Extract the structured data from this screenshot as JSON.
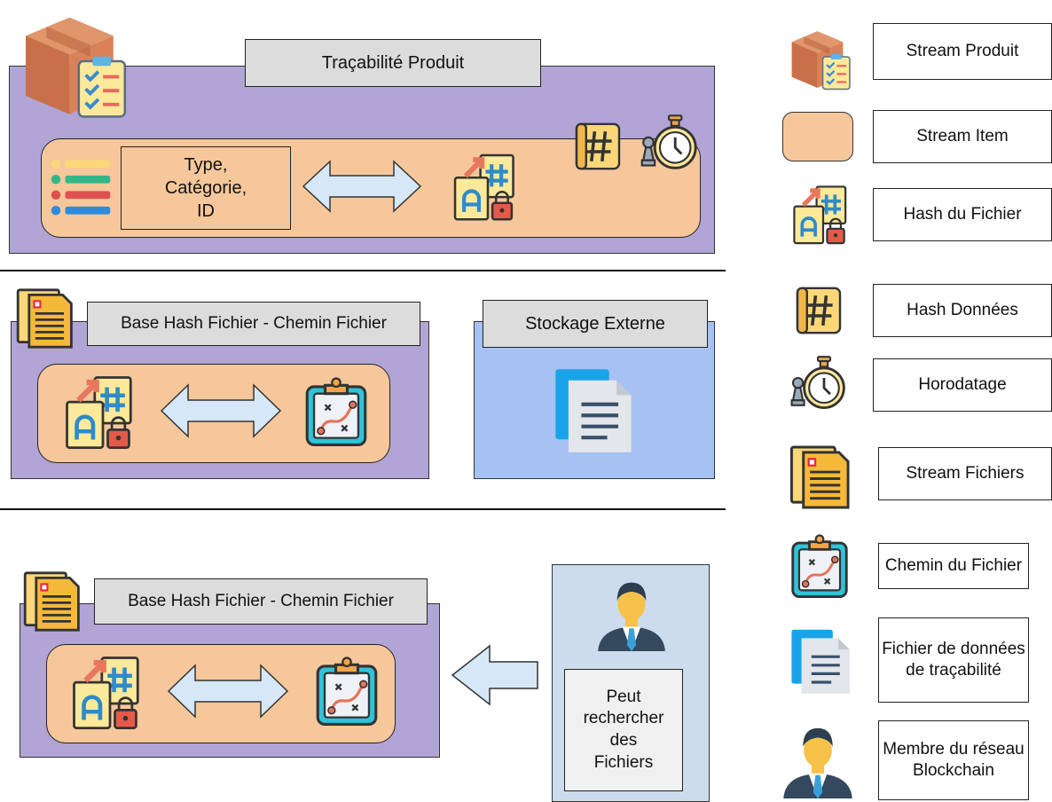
{
  "section1": {
    "title": "Traçabilité Produit",
    "item_fields": "Type,\nCatégorie,\nID"
  },
  "section2": {
    "title": "Base Hash Fichier - Chemin Fichier",
    "storage_title": "Stockage Externe"
  },
  "section3": {
    "title": "Base Hash Fichier - Chemin Fichier",
    "member_action": "Peut\nrechercher\ndes\nFichiers"
  },
  "legend": [
    {
      "icon": "product-box-icon",
      "label": "Stream Produit"
    },
    {
      "icon": "stream-item-swatch",
      "label": "Stream Item"
    },
    {
      "icon": "file-hash-icon",
      "label": "Hash du Fichier"
    },
    {
      "icon": "hash-icon",
      "label": "Hash Données"
    },
    {
      "icon": "timestamp-stopwatch-icon",
      "label": "Horodatage"
    },
    {
      "icon": "file-stream-document-icon",
      "label": "Stream Fichiers"
    },
    {
      "icon": "file-path-clipboard-icon",
      "label": "Chemin du Fichier"
    },
    {
      "icon": "data-file-icon",
      "label": "Fichier de données de traçabilité"
    },
    {
      "icon": "blockchain-member-icon",
      "label": "Membre du réseau Blockchain"
    }
  ],
  "colors": {
    "purple_section": "#b1a5d6",
    "stream_item": "#f6c79b",
    "external_storage": "#a6c2f2",
    "member_panel": "#ccdcec",
    "title_box": "#dcdcdc"
  }
}
